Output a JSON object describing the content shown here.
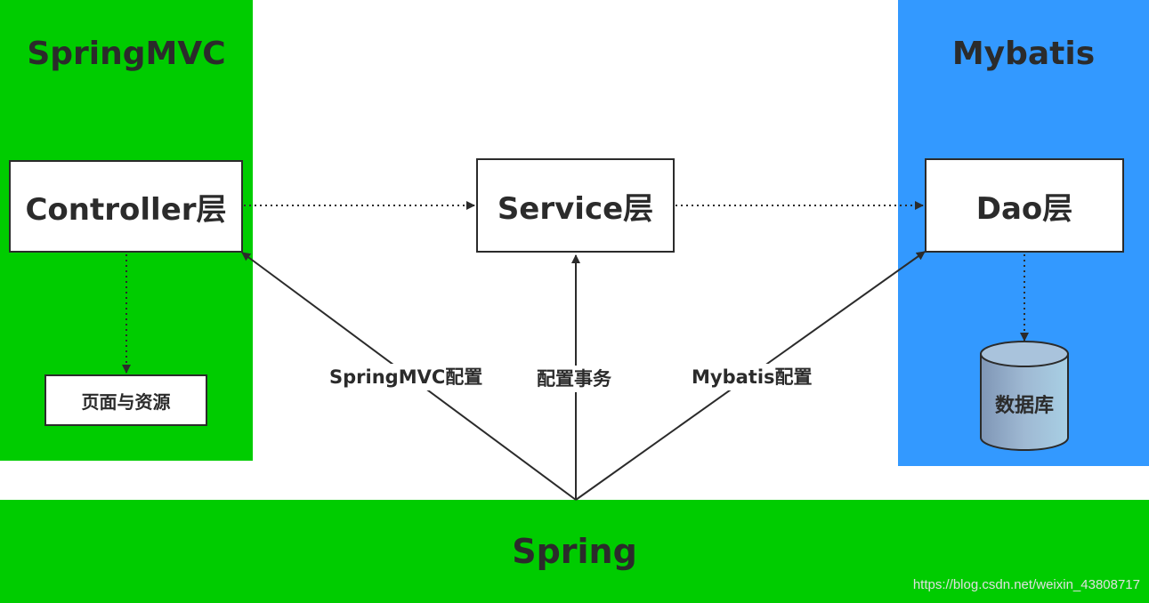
{
  "panels": {
    "springmvc": "SpringMVC",
    "mybatis": "Mybatis",
    "spring": "Spring"
  },
  "layers": {
    "controller": "Controller层",
    "service": "Service层",
    "dao": "Dao层"
  },
  "pages_resources": "页面与资源",
  "database": "数据库",
  "edge_labels": {
    "springmvc_config": "SpringMVC配置",
    "transaction_config": "配置事务",
    "mybatis_config": "Mybatis配置"
  },
  "watermark": "https://blog.csdn.net/weixin_43808717",
  "colors": {
    "green": "#00cc00",
    "blue": "#3399ff",
    "text": "#2b2b2b"
  }
}
